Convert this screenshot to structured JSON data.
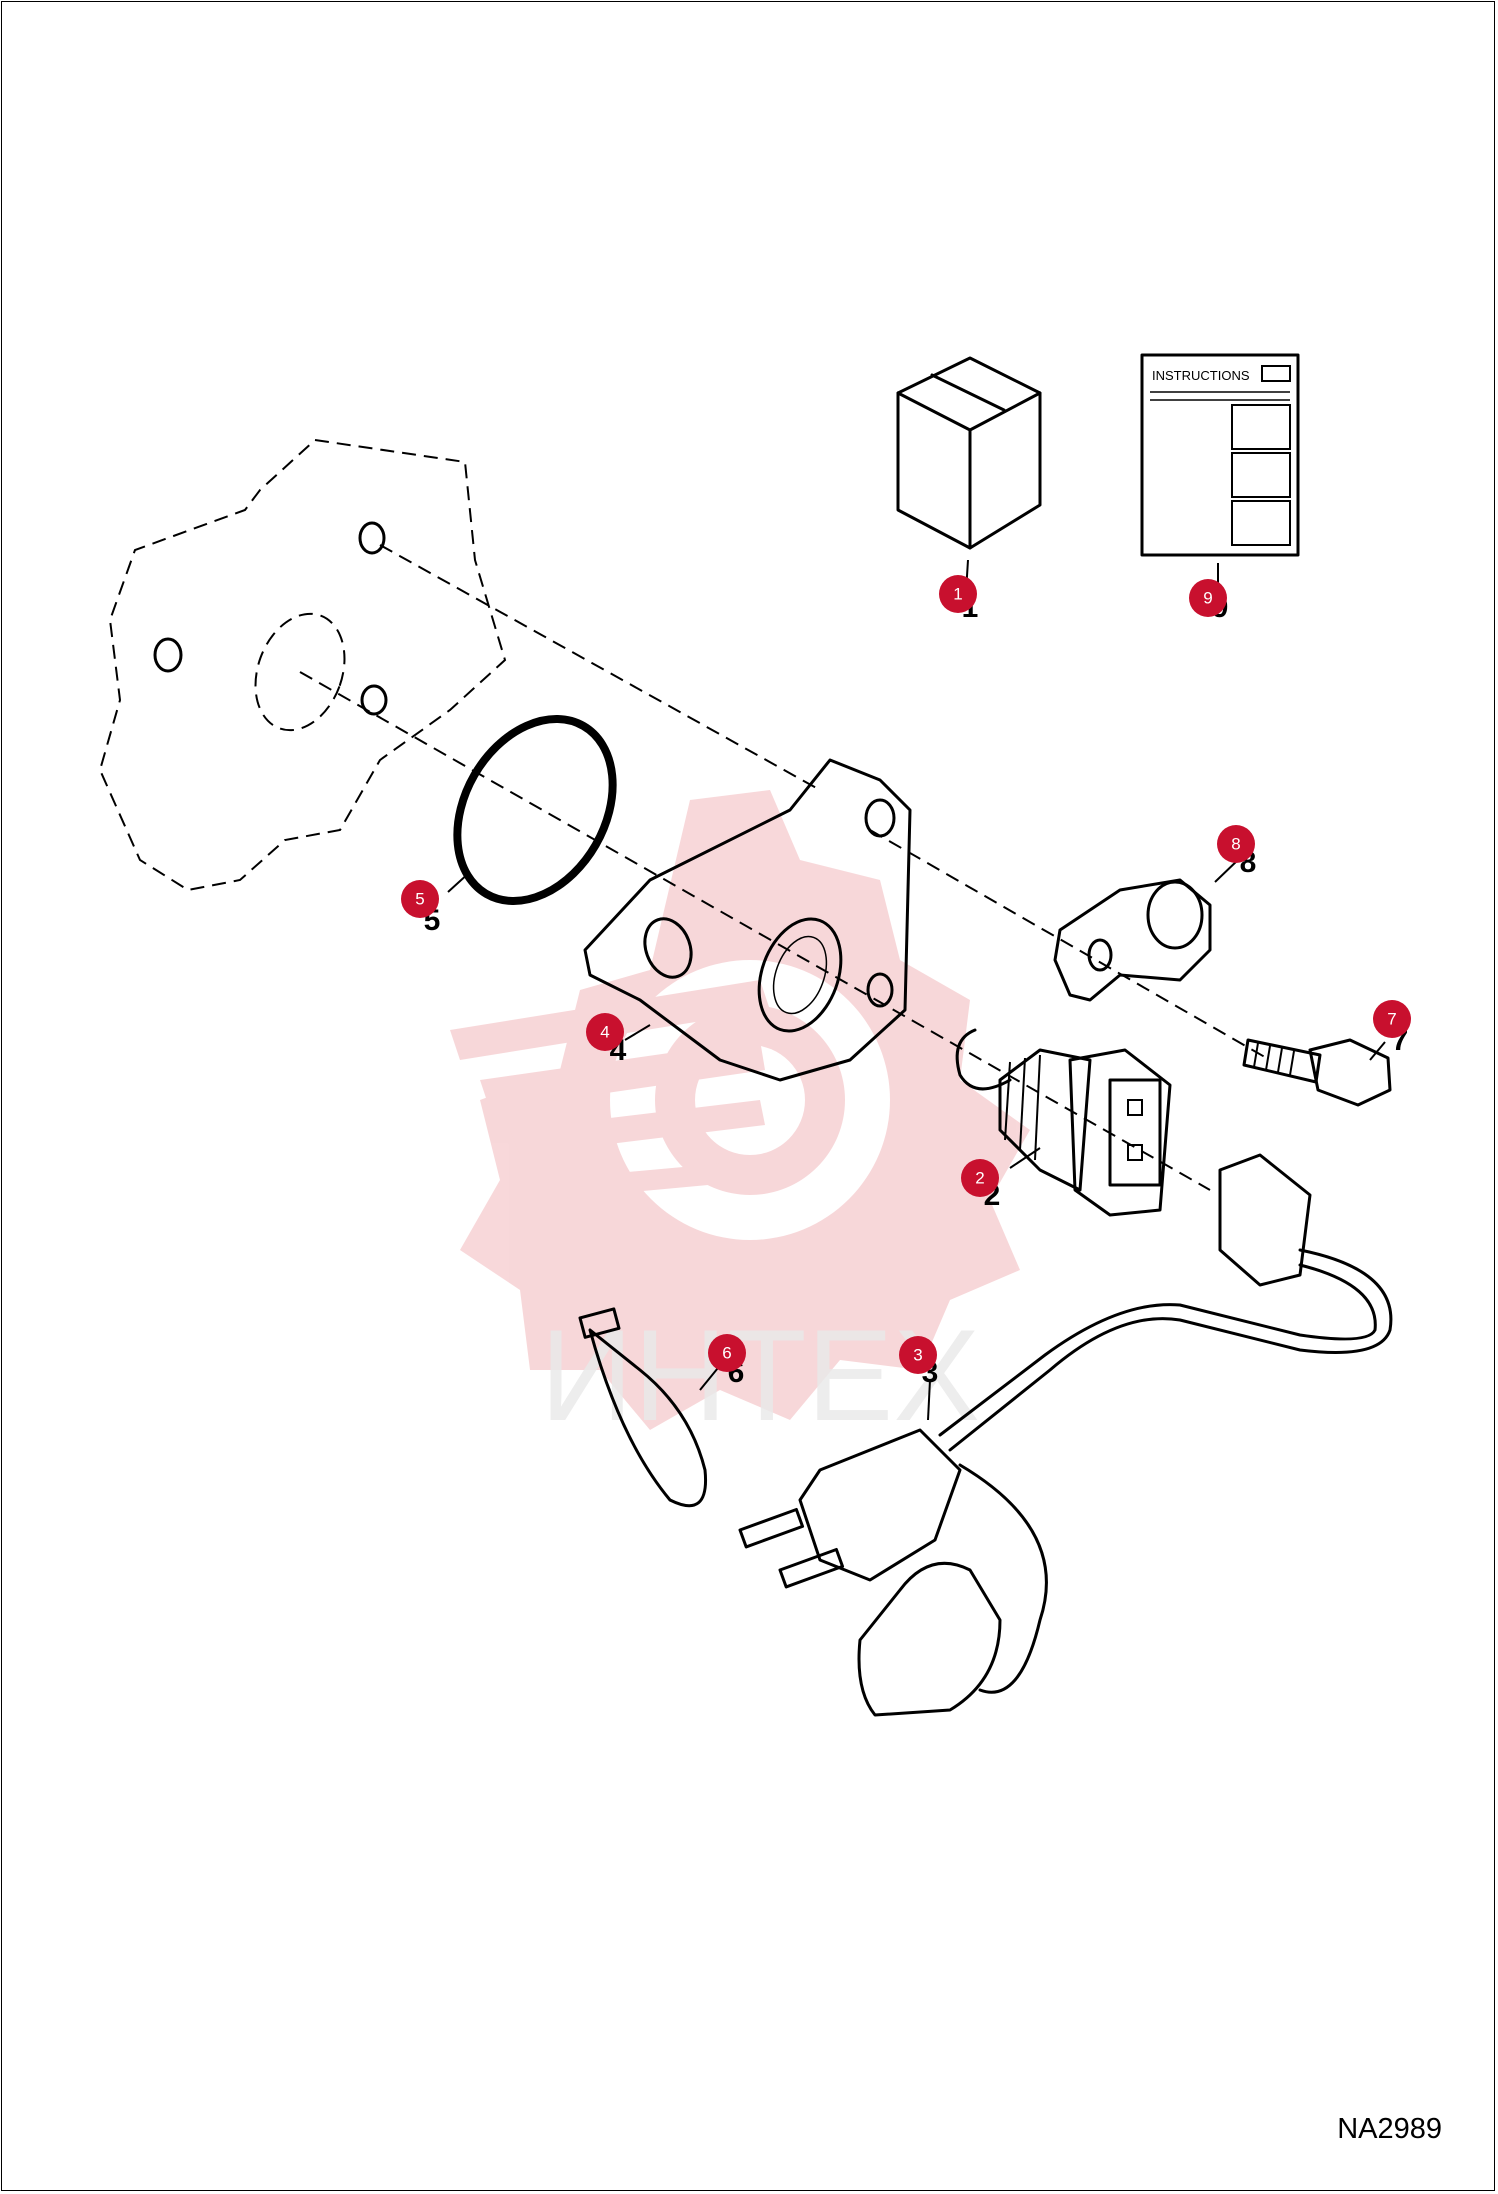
{
  "drawing": {
    "code": "NA2989",
    "watermark_text": "ИНТЕХ",
    "instructions_label": "INSTRUCTIONS"
  },
  "callouts": [
    {
      "label": "1",
      "part_number": "1"
    },
    {
      "label": "2",
      "part_number": "2"
    },
    {
      "label": "3",
      "part_number": "3"
    },
    {
      "label": "4",
      "part_number": "4"
    },
    {
      "label": "5",
      "part_number": "5"
    },
    {
      "label": "6",
      "part_number": "6"
    },
    {
      "label": "7",
      "part_number": "7"
    },
    {
      "label": "8",
      "part_number": "8"
    },
    {
      "label": "9",
      "part_number": "9"
    }
  ],
  "colors": {
    "callout": "#c8102e",
    "watermark": "#f2b8bb",
    "line": "#000000"
  }
}
